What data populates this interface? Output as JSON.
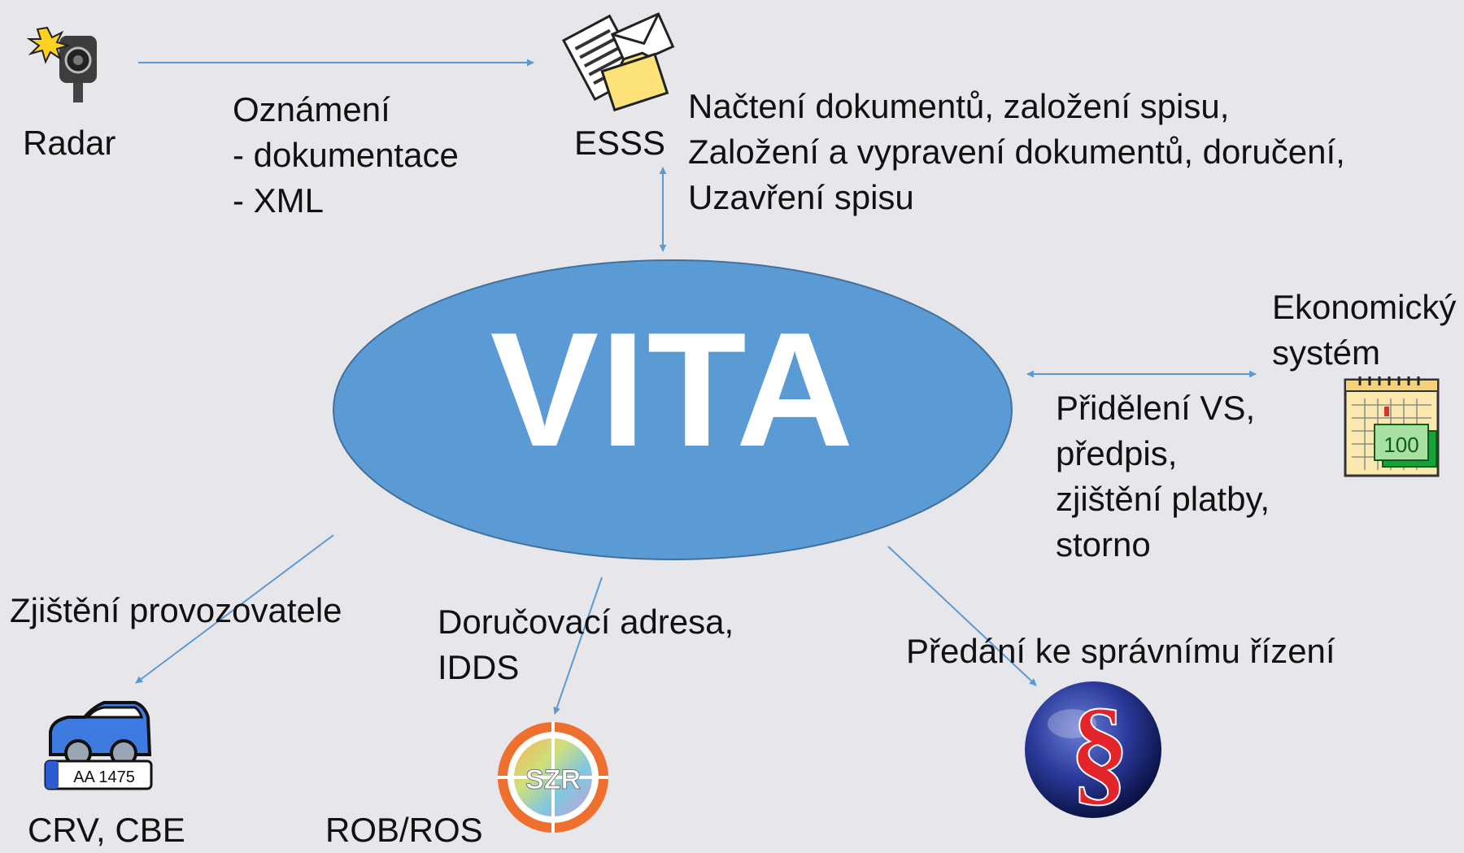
{
  "diagram": {
    "center": {
      "label": "VITA",
      "fill": "#5b9bd5",
      "stroke": "#41719c"
    },
    "arrow_color": "#5b9bd5",
    "nodes": {
      "radar": {
        "label": "Radar",
        "icon": "speed-camera-icon"
      },
      "esss": {
        "label": "ESSS",
        "icon": "documents-mail-icon"
      },
      "economic": {
        "label_lines": [
          "Ekonomický",
          "systém"
        ],
        "icon": "ledger-calendar-icon",
        "icon_value": "100"
      },
      "crv": {
        "label": "CRV, CBE",
        "icon": "car-license-plate-icon",
        "plate_text": "AA 1475"
      },
      "rob": {
        "label": "ROB/ROS",
        "icon": "szr-logo-icon",
        "logo_text": "SZR"
      },
      "legal": {
        "icon": "paragraph-sphere-icon"
      }
    },
    "edges": {
      "radar_esss": {
        "lines": [
          "Oznámení",
          "- dokumentace",
          "- XML"
        ]
      },
      "esss_vita": {
        "lines": [
          "Načtení dokumentů, založení spisu,",
          "Založení a vypravení dokumentů, doručení,",
          "Uzavření spisu"
        ]
      },
      "vita_economic": {
        "lines": [
          "Přidělení VS,",
          "předpis,",
          "zjištění platby,",
          "storno"
        ]
      },
      "vita_crv": {
        "label": "Zjištění provozovatele"
      },
      "vita_rob": {
        "lines": [
          "Doručovací adresa,",
          "IDDS"
        ]
      },
      "vita_legal": {
        "label": "Předání ke správnímu řízení"
      }
    }
  }
}
